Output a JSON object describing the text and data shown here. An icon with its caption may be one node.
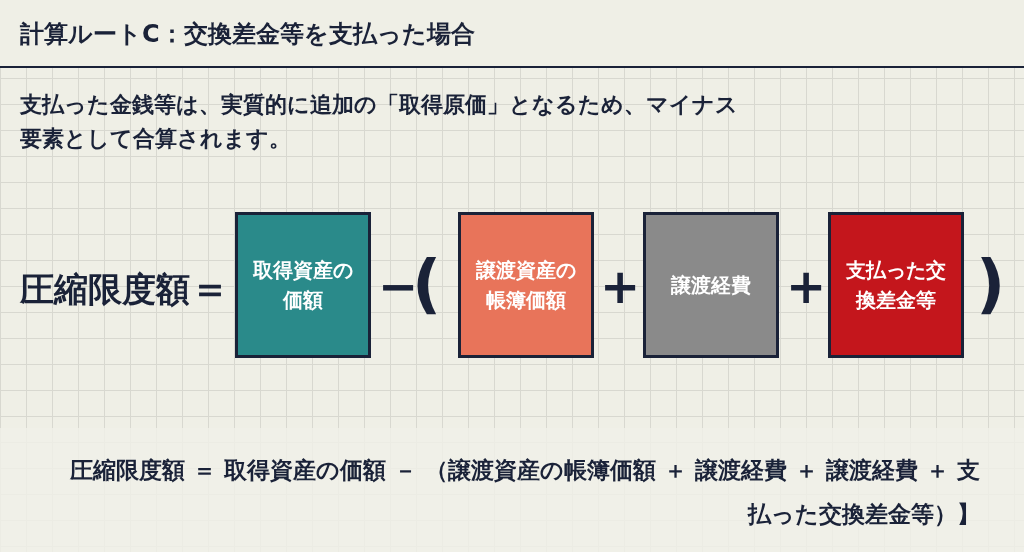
{
  "diagram": {
    "title": "計算ルートC：交換差金等を支払った場合",
    "nodes": [
      {
        "text": [
          "取得資産の価額"
        ]
      },
      {
        "text": [
          "譲渡資産の帳簿価額"
        ]
      },
      {
        "text": [
          "譲渡経費"
        ]
      },
      {
        "text": [
          "支払った交換差金等"
        ]
      }
    ],
    "labels": [
      "支払った金銭等は、実質的に追加の「取得原価」となるため、マイナス要素として合算されます。",
      "圧縮限度額",
      "＝",
      "−",
      "(",
      "+",
      "+",
      ")",
      "圧縮限度額 ＝ 取得資産の価額 － （譲渡資産の帳簿価額 ＋ 譲渡経費 ＋ 譲渡経費 ＋ 支払った交換差金等）】"
    ]
  }
}
